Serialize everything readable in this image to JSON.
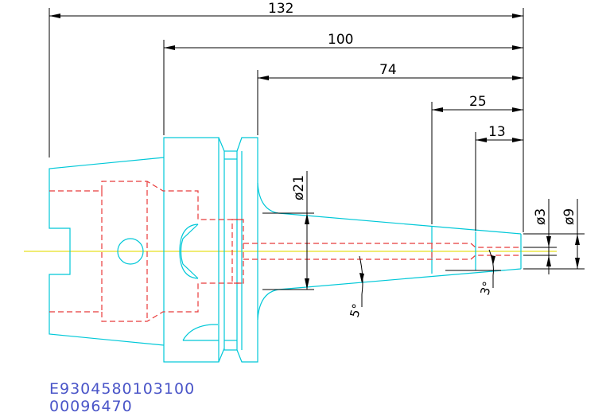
{
  "dimensions": {
    "overall_length": "132",
    "flange_to_tip": "100",
    "body_to_tip": "74",
    "taper_length": "25",
    "tip_length": "13",
    "dia_body": "ø21",
    "dia_tip_small": "ø3",
    "dia_tip_large": "ø9",
    "angle_body": "5°",
    "angle_tip": "3°"
  },
  "labels": {
    "part_code": "E9304580103100",
    "serial": "00096470"
  },
  "colors": {
    "outline": "#00c8d8",
    "hidden": "#e83a3a",
    "centerline": "#e8e020",
    "dimension": "#000000",
    "label": "#4a55c8"
  }
}
